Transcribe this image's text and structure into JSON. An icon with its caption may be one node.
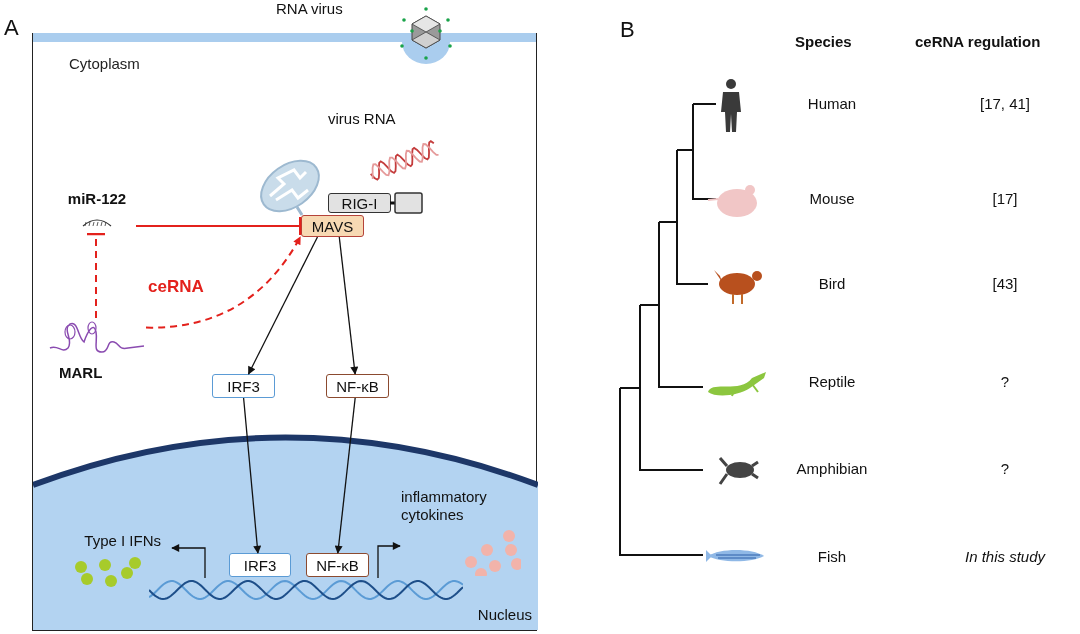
{
  "diagram": {
    "nodes": [
      {
        "text": [
          "Cytoplasm"
        ]
      },
      {
        "text": [
          "miR-122"
        ],
        "in": 0
      },
      {
        "text": [
          "MAVS"
        ],
        "in": 0
      },
      {
        "text": [
          "RIG-I"
        ],
        "in": 0
      },
      {
        "text": [
          "MARL"
        ],
        "in": 0
      },
      {
        "text": [
          "IRF3"
        ],
        "in": 0
      },
      {
        "text": [
          "NF-κB"
        ],
        "in": 0
      },
      {
        "text": [
          "Nucleus"
        ],
        "in": 0
      },
      {
        "text": [
          "Type I IFNs"
        ],
        "in": 7
      },
      {
        "text": [
          "inflammatory cytokines"
        ],
        "in": 7
      },
      {
        "text": [
          "IRF3"
        ],
        "in": 7
      },
      {
        "text": [
          "NF-κB"
        ],
        "in": 7
      },
      {
        "text": [],
        "shape": "picture",
        "in": 7
      }
    ],
    "edges": [
      {
        "from": 1,
        "to": 2,
        "arrow": "other",
        "color": "#e3211c"
      },
      {
        "from": 4,
        "to": 1,
        "arrow": "other",
        "style": "dashed",
        "color": "#e3211c"
      },
      {
        "from": 4,
        "to": 2,
        "arrow": "to",
        "style": "dashed",
        "color": "#e3211c",
        "label": "ceRNA"
      },
      {
        "from": 2,
        "to": 5,
        "arrow": "to"
      },
      {
        "from": 2,
        "to": 6,
        "arrow": "to"
      },
      {
        "from": 5,
        "to": 10,
        "arrow": "to"
      },
      {
        "from": 6,
        "to": 11,
        "arrow": "to"
      },
      {
        "from": 12,
        "to": 8,
        "arrow": "to"
      },
      {
        "from": 12,
        "to": 9,
        "arrow": "to"
      }
    ],
    "labels": [
      "A",
      "RNA virus",
      "virus RNA",
      "B",
      "Species",
      "ceRNA regulation",
      "Human",
      "[17, 41]",
      "Mouse",
      "[17]",
      "Bird",
      "[43]",
      "Reptile",
      "?",
      "Amphibian",
      "?",
      "Fish",
      "In this study"
    ]
  }
}
